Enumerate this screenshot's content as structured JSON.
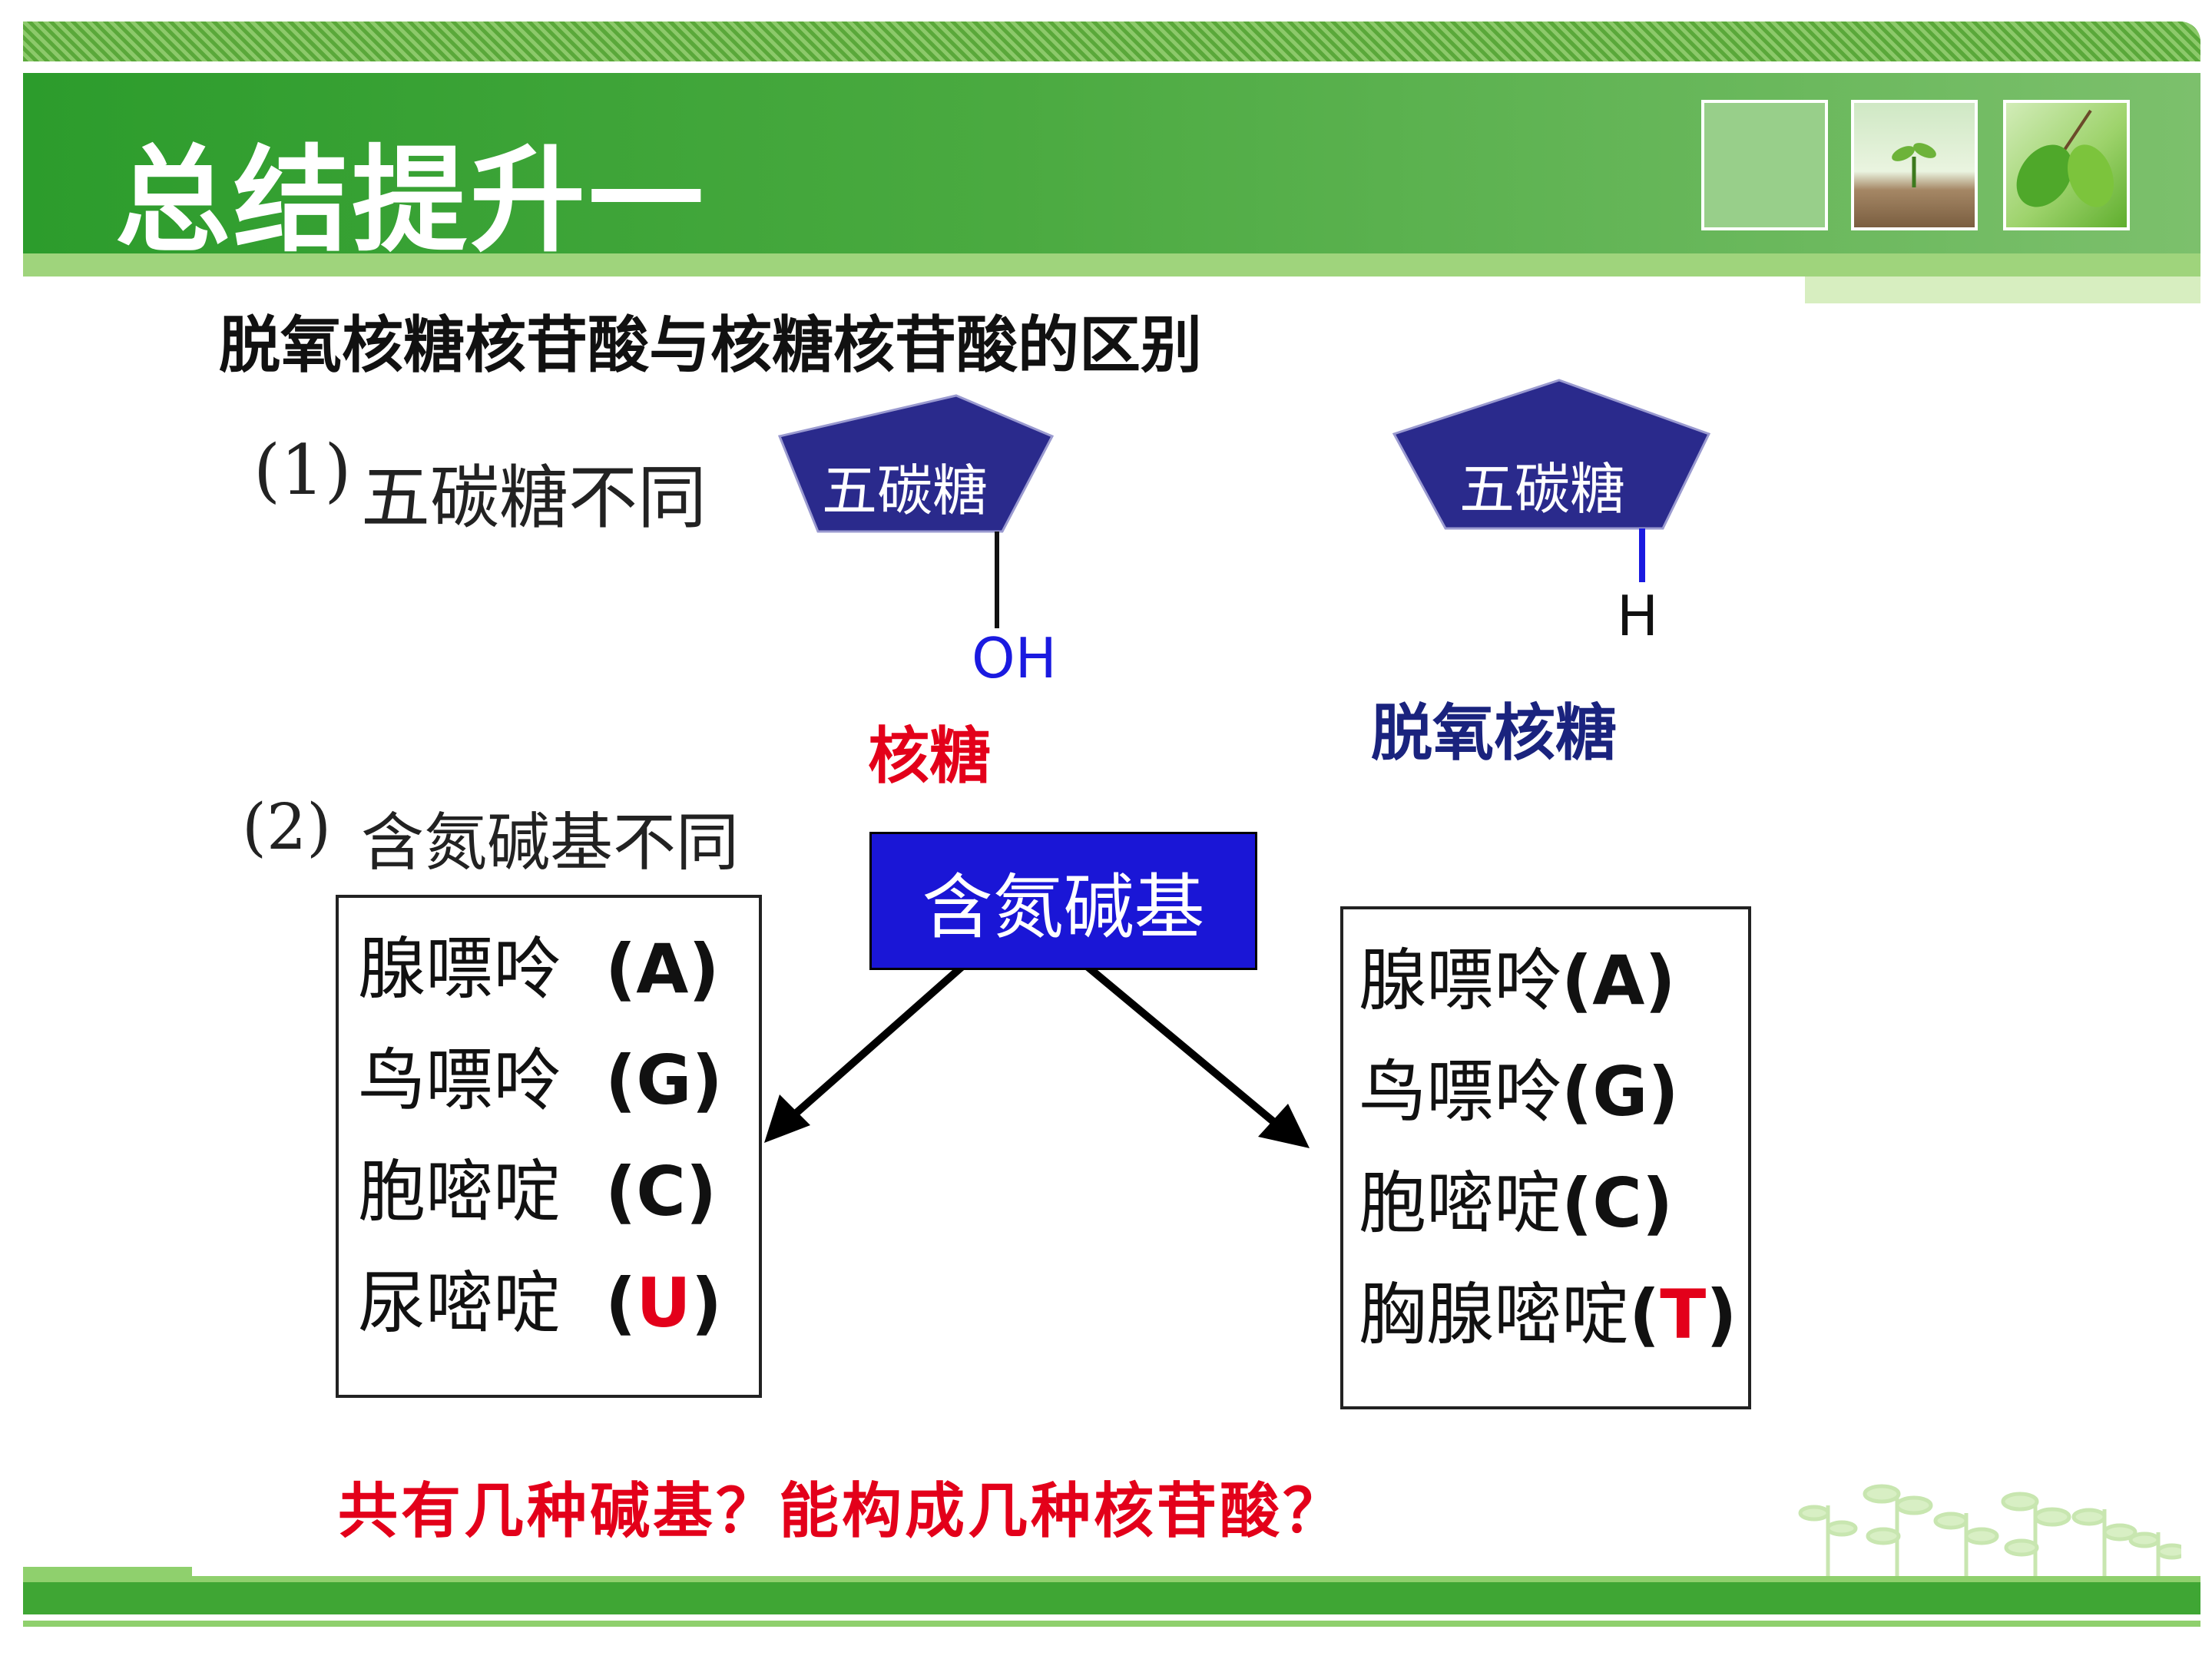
{
  "slide": {
    "title": "总结提升一"
  },
  "heading": "脱氧核糖核苷酸与核糖核苷酸的区别",
  "point1": {
    "num": "(1)",
    "text": "五碳糖不同"
  },
  "point2": {
    "num": "(2)",
    "text": "含氮碱基不同"
  },
  "sugar_left": {
    "label": "五碳糖",
    "group": "OH",
    "name": "核糖"
  },
  "sugar_right": {
    "label": "五碳糖",
    "group": "H",
    "name": "脱氧核糖"
  },
  "center_box": "含氮碱基",
  "left_bases": [
    {
      "name": "腺嘌呤",
      "open": "(",
      "code": "A",
      "close": ")"
    },
    {
      "name": "鸟嘌呤",
      "open": "(",
      "code": "G",
      "close": ")"
    },
    {
      "name": "胞嘧啶",
      "open": "(",
      "code": "C",
      "close": ")"
    },
    {
      "name": "尿嘧啶",
      "open": "(",
      "code": "U",
      "close": ")"
    }
  ],
  "right_bases": [
    {
      "name": "腺嘌呤",
      "open": "(",
      "code": "A",
      "close": ")"
    },
    {
      "name": "鸟嘌呤",
      "open": "(",
      "code": "G",
      "close": ")"
    },
    {
      "name": "胞嘧啶",
      "open": "(",
      "code": "C",
      "close": ")"
    },
    {
      "name": "胸腺嘧啶",
      "open": "(",
      "code": "T",
      "close": ")"
    }
  ],
  "question": "共有几种碱基？能构成几种核苷酸？",
  "colors": {
    "pentagon": "#2a2a8c",
    "center_box": "#1a16d6",
    "red": "#e3001a",
    "blue_group": "#1a1ae0",
    "navy_label": "#1a237e",
    "green": "#3fa634"
  }
}
